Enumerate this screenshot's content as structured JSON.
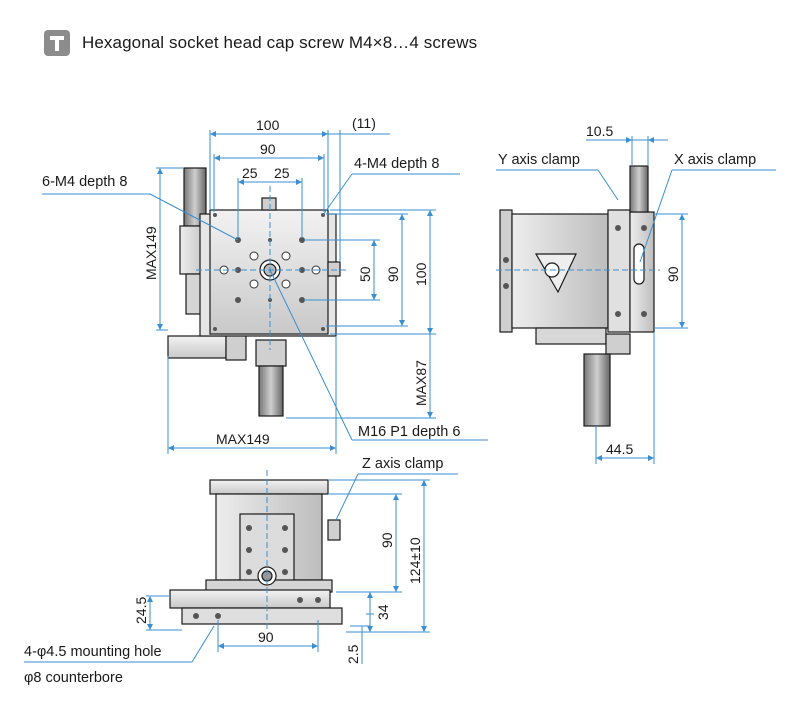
{
  "header": {
    "icon": "tool-icon",
    "text": "Hexagonal socket head cap screw M4×8…4 screws"
  },
  "dims": {
    "d100_top": "100",
    "d11": "(11)",
    "d90_top": "90",
    "d25a": "25",
    "d25b": "25",
    "dmax149_v": "MAX149",
    "d50": "50",
    "d90_r": "90",
    "d100_r": "100",
    "dmax87": "MAX87",
    "dmax149_h": "MAX149",
    "d105": "10.5",
    "d90_side": "90",
    "d445": "44.5",
    "d90_front": "90",
    "d124": "124±10",
    "d34": "34",
    "d245": "24.5",
    "d90_bottom": "90",
    "d25": "2.5"
  },
  "labels": {
    "m4_6": "6-M4 depth 8",
    "m4_4": "4-M4 depth 8",
    "y_clamp": "Y axis clamp",
    "x_clamp": "X axis clamp",
    "m16": "M16 P1 depth 6",
    "z_clamp": "Z axis clamp",
    "mount": "4-φ4.5 mounting hole",
    "cbore": "φ8 counterbore"
  },
  "colors": {
    "dimension": "#3a8fd0",
    "outline": "#1a1a1a",
    "part": "#d9d9d9"
  }
}
